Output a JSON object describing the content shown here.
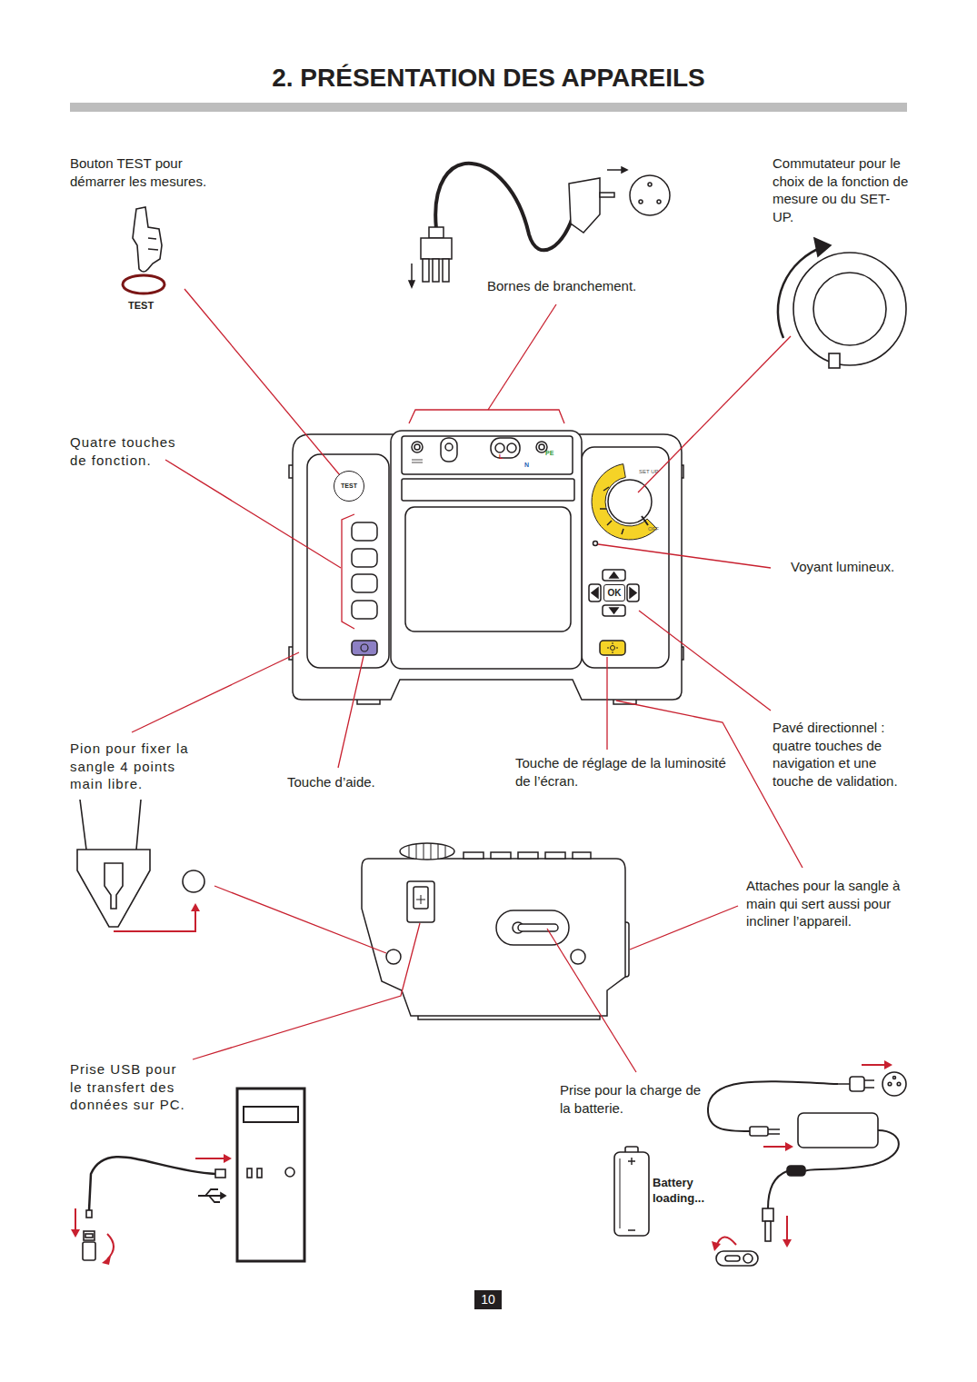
{
  "diagram": {
    "title": "2. PRÉSENTATION DES APPAREILS",
    "nodes": [
      {
        "text": [
          "TEST"
        ]
      },
      {
        "text": [
          "OK"
        ]
      },
      {
        "text": [
          "10"
        ]
      }
    ],
    "labels": [
      "Bouton TEST pour démarrer les mesures.",
      "TEST",
      "Bornes de branchement.",
      "Commutateur pour le choix de la fonction de mesure ou du SET-UP.",
      "Quatre touches de fonction.",
      "SET UP",
      "OFF",
      "L",
      "N",
      "PE",
      "Voyant lumineux.",
      "Pavé directionnel : quatre touches de navigation et une touche de validation.",
      "Pion pour fixer la sangle 4 points main libre.",
      "Touche d’aide.",
      "Touche de réglage de la luminosité de l’écran.",
      "Attaches pour la sangle à main qui sert aussi pour incliner l’appareil.",
      "Prise USB pour le transfert des données sur PC.",
      "Battery loading...",
      "Prise pour la charge de la batterie."
    ]
  }
}
